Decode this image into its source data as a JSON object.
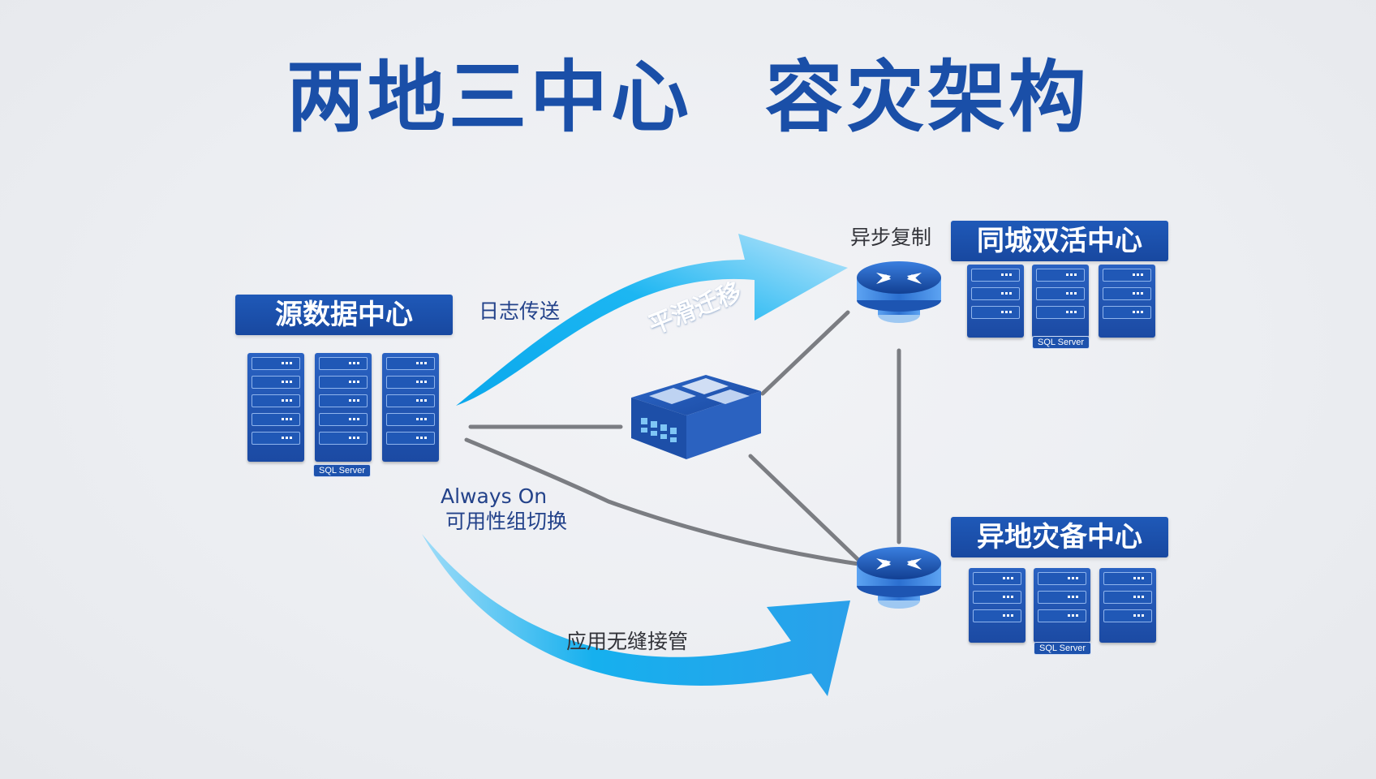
{
  "title": {
    "part1": "两地三中心",
    "part2": "容灾架构"
  },
  "nodes": {
    "source": {
      "label": "源数据中心",
      "badge": "SQL Server"
    },
    "same_city": {
      "label": "同城双活中心",
      "badge": "SQL Server"
    },
    "remote": {
      "label": "异地灾备中心",
      "badge": "SQL Server"
    }
  },
  "annotations": {
    "log_shipping": "日志传送",
    "smooth_migration": "平滑迁移",
    "async_replication": "异步复制",
    "always_on_line1": "Always On",
    "always_on_line2": "可用性组切换",
    "seamless_takeover": "应用无缝接管"
  },
  "colors": {
    "primary_blue": "#1a4fa8",
    "arrow_cyan": "#12b4ee",
    "connector_gray": "#7b7d82"
  },
  "icons": {
    "servers": "server-rack-icon",
    "routers": "router-icon",
    "switch": "network-switch-icon"
  }
}
